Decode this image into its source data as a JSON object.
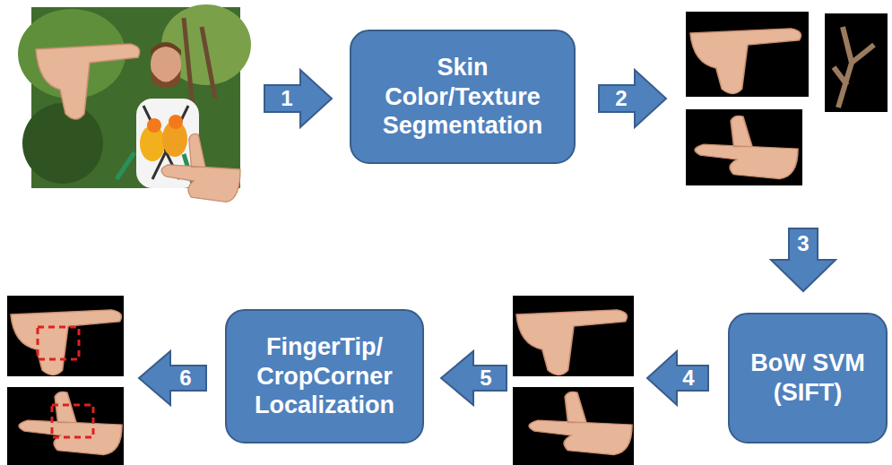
{
  "diagram": {
    "nodes": [
      {
        "text": [
          "Skin Color/Texture Segmentation"
        ]
      },
      {
        "text": [
          "BoW SVM (SIFT)"
        ]
      },
      {
        "text": [
          "FingerTip/ CropCorner Localization"
        ]
      }
    ],
    "labels": [
      "1",
      "2",
      "3",
      "4",
      "5",
      "6"
    ]
  }
}
